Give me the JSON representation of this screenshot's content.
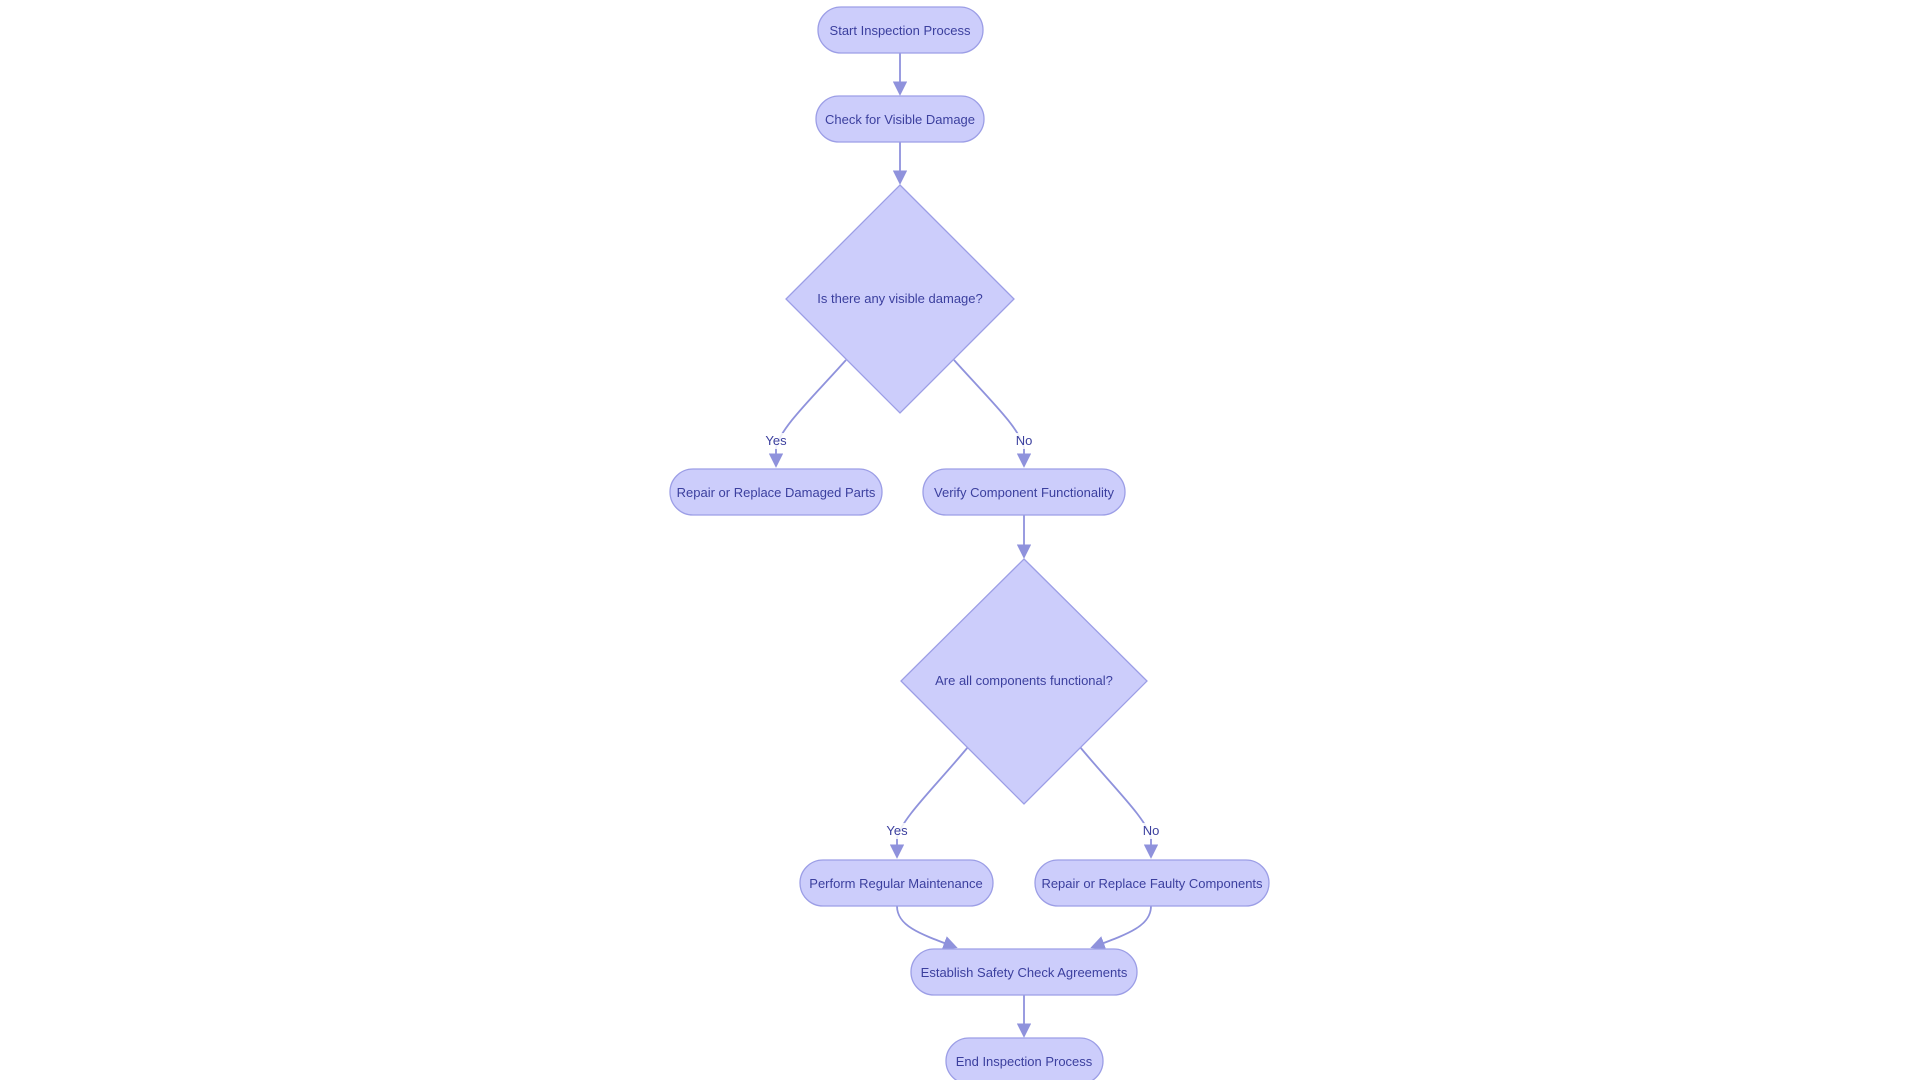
{
  "nodes": {
    "start": {
      "label": "Start Inspection Process"
    },
    "check_damage": {
      "label": "Check for Visible Damage"
    },
    "q_damage": {
      "label": "Is there any visible damage?"
    },
    "repair_damaged": {
      "label": "Repair or Replace Damaged Parts"
    },
    "verify_function": {
      "label": "Verify Component Functionality"
    },
    "q_functional": {
      "label": "Are all components functional?"
    },
    "maintenance": {
      "label": "Perform Regular Maintenance"
    },
    "repair_faulty": {
      "label": "Repair or Replace Faulty Components"
    },
    "agreements": {
      "label": "Establish Safety Check Agreements"
    },
    "end": {
      "label": "End Inspection Process"
    }
  },
  "edges": {
    "damage_yes": {
      "label": "Yes"
    },
    "damage_no": {
      "label": "No"
    },
    "functional_yes": {
      "label": "Yes"
    },
    "functional_no": {
      "label": "No"
    }
  },
  "colors": {
    "node_fill": "#cccdfb",
    "node_stroke": "#9c9ee6",
    "edge": "#8f92dc",
    "text": "#3b3f9e"
  }
}
